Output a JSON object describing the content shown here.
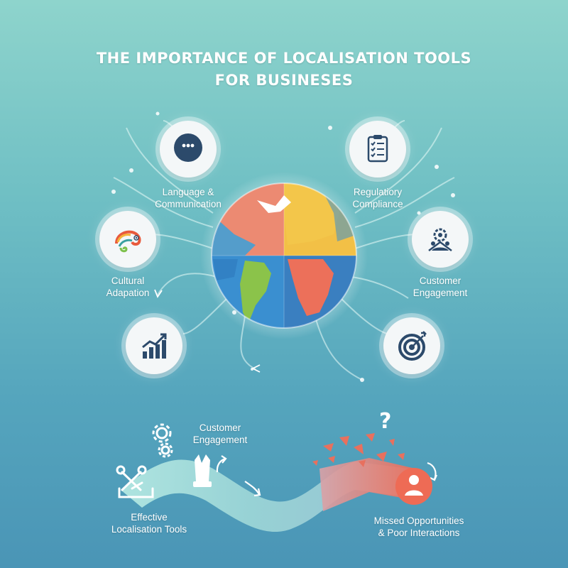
{
  "title": {
    "line1": "THE IMPORTANCE OF LOCALISATION TOOLS",
    "line2": "FOR BUSINESES"
  },
  "hub": {
    "icon": "globe-icon"
  },
  "nodes": [
    {
      "id": "language",
      "label_line1": "Language &",
      "label_line2": "Communication",
      "icon": "chat-bubble-icon"
    },
    {
      "id": "regulatory",
      "label_line1": "Regulatiory",
      "label_line2": "Compliance",
      "icon": "clipboard-checklist-icon"
    },
    {
      "id": "cultural",
      "label_line1": "Cultural",
      "label_line2": "Adapation",
      "icon": "chameleon-icon"
    },
    {
      "id": "customer",
      "label_line1": "Customer",
      "label_line2": "Engagement",
      "icon": "gear-people-icon"
    },
    {
      "id": "growth",
      "icon": "growth-chart-icon"
    },
    {
      "id": "target",
      "icon": "target-icon"
    }
  ],
  "bottom": {
    "left_label_line1": "Effective",
    "left_label_line2": "Localisation Tools",
    "middle_label_line1": "Customer",
    "middle_label_line2": "Engagement",
    "right_label_line1": "Missed Opportunities",
    "right_label_line2": "& Poor Interactions",
    "question_mark": "?"
  },
  "colors": {
    "background_top": "#8ed4cc",
    "background_bottom": "#4a95b6",
    "icon_dark": "#2c4a6b",
    "globe_ocean_blue": "#3a8fd0",
    "globe_coral": "#ec7f68",
    "globe_yellow": "#f2c046",
    "globe_green": "#8bc34a",
    "path_teal": "#a8e0da",
    "path_broken": "#e86a5a"
  }
}
